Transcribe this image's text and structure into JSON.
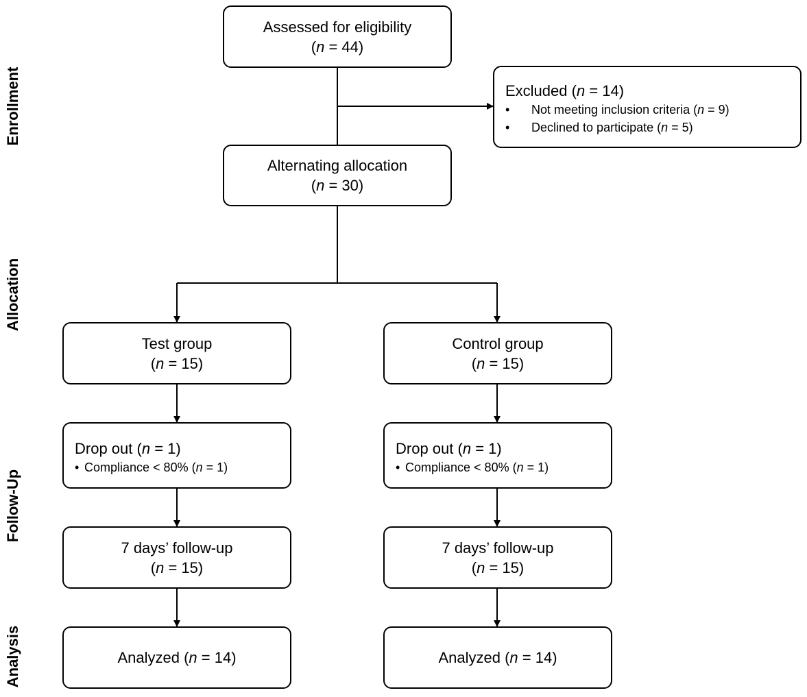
{
  "stages": {
    "enrollment": "Enrollment",
    "allocation": "Allocation",
    "followup": "Follow-Up",
    "analysis": "Analysis"
  },
  "assessed": {
    "title": "Assessed for eligibility",
    "n_label": "n",
    "n_value": "= 44"
  },
  "excluded": {
    "title": "Excluded",
    "n_label": "n",
    "n_value": "= 14",
    "items": [
      {
        "text": "Not meeting inclusion criteria",
        "n_label": "n",
        "n_value": "= 9"
      },
      {
        "text": "Declined to participate",
        "n_label": "n",
        "n_value": "= 5"
      }
    ]
  },
  "allocation": {
    "title": "Alternating allocation",
    "n_label": "n",
    "n_value": "= 30"
  },
  "test": {
    "group": {
      "title": "Test group",
      "n_label": "n",
      "n_value": "= 15"
    },
    "dropout": {
      "title": "Drop out",
      "n_label": "n",
      "n_value": "= 1",
      "reason": "Compliance < 80%",
      "reason_n_label": "n",
      "reason_n_value": "= 1"
    },
    "followup": {
      "title": "7 days’ follow-up",
      "n_label": "n",
      "n_value": "= 15"
    },
    "analyzed": {
      "title": "Analyzed",
      "n_label": "n",
      "n_value": "= 14"
    }
  },
  "control": {
    "group": {
      "title": "Control group",
      "n_label": "n",
      "n_value": "= 15"
    },
    "dropout": {
      "title": "Drop out",
      "n_label": "n",
      "n_value": "= 1",
      "reason": "Compliance < 80%",
      "reason_n_label": "n",
      "reason_n_value": "= 1"
    },
    "followup": {
      "title": "7 days’ follow-up",
      "n_label": "n",
      "n_value": "= 15"
    },
    "analyzed": {
      "title": "Analyzed",
      "n_label": "n",
      "n_value": "= 14"
    }
  },
  "bullet": "•"
}
